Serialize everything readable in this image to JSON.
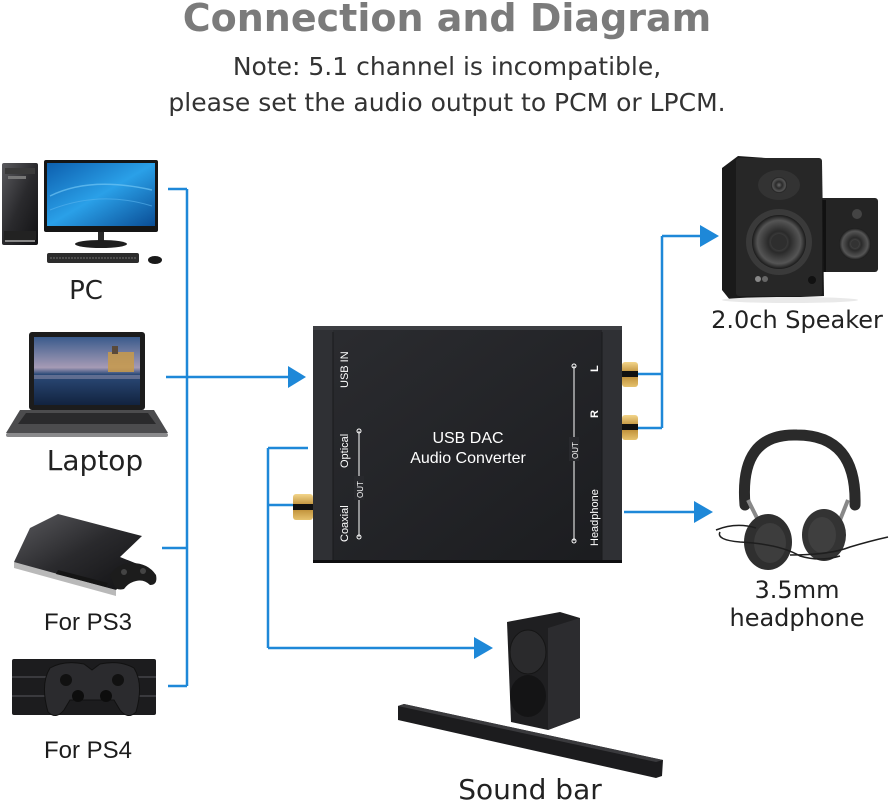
{
  "header": {
    "title": "Connection and Diagram",
    "note_line1": "Note: 5.1 channel is incompatible,",
    "note_line2": "please set the audio output to PCM or LPCM."
  },
  "sources": [
    {
      "label": "PC",
      "icon": "desktop-pc-icon"
    },
    {
      "label": "Laptop",
      "icon": "laptop-icon"
    },
    {
      "label": "For PS3",
      "icon": "ps3-console-icon"
    },
    {
      "label": "For PS4",
      "icon": "ps4-console-icon"
    }
  ],
  "device": {
    "name_line1": "USB DAC",
    "name_line2": "Audio Converter",
    "usb_in": "USB IN",
    "optical": "Optical",
    "coaxial": "Coaxial",
    "out_left": "OUT",
    "out_right": "OUT",
    "headphone": "Headphone",
    "channel_l": "L",
    "channel_r": "R"
  },
  "outputs": [
    {
      "label": "2.0ch Speaker",
      "icon": "speakers-icon"
    },
    {
      "label_line1": "3.5mm",
      "label_line2": "headphone",
      "icon": "headphones-icon"
    },
    {
      "label": "Sound bar",
      "icon": "soundbar-icon"
    }
  ],
  "colors": {
    "connector_line": "#1e88d8",
    "device_body": "#232427",
    "title": "#7b7b7b"
  }
}
